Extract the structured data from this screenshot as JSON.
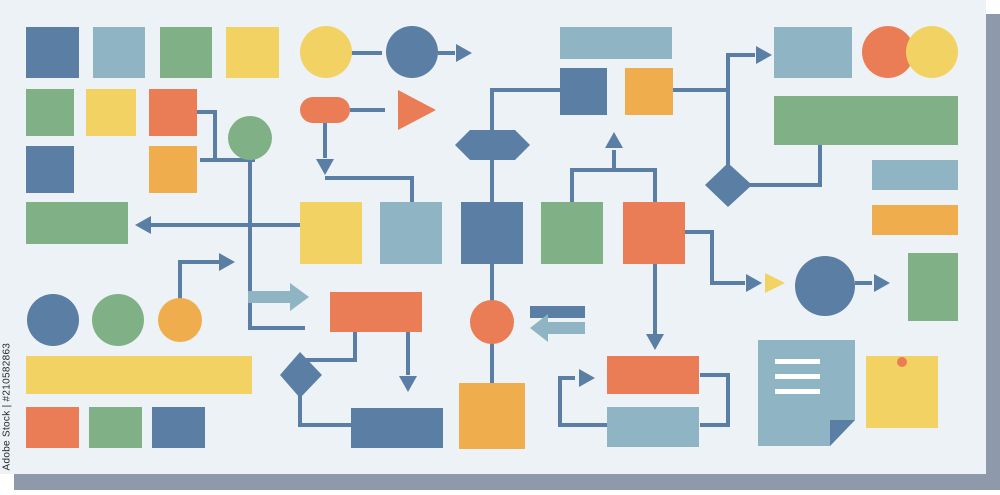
{
  "image_id_text": "Adobe Stock | #210582863",
  "palette": {
    "background_panel": "#edf2f6",
    "shadow": "#8e9aab",
    "blue": "#5b7ea4",
    "light_blue": "#8fb5c5",
    "green": "#80b186",
    "yellow": "#f3d264",
    "orange": "#f0ad4e",
    "red": "#ea7d55",
    "connector": "#5b7ea4",
    "note_lines": "#ffffff"
  },
  "diagram": {
    "type": "flowchart-illustration",
    "node_shapes": [
      "square",
      "rectangle",
      "circle",
      "diamond",
      "hexagon",
      "rounded-pill",
      "triangle",
      "sticky-note",
      "document-note"
    ]
  }
}
